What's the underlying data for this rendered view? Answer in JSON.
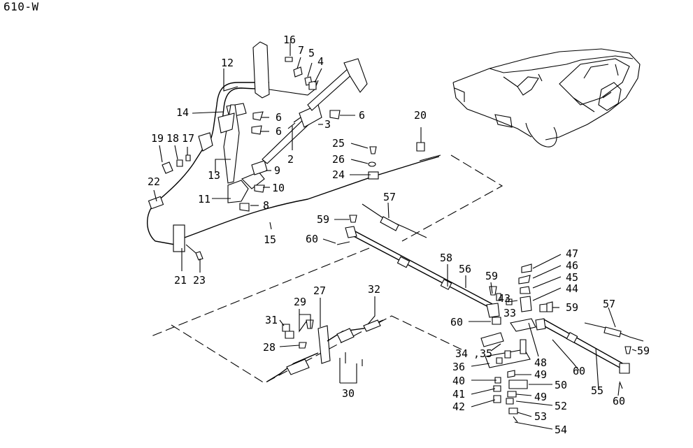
{
  "diagram_code": "610-W",
  "callouts": {
    "c2": "2",
    "c3": "3",
    "c4": "4",
    "c5": "5",
    "c6a": "6",
    "c6b": "6",
    "c6c": "6",
    "c7": "7",
    "c8": "8",
    "c9": "9",
    "c10": "10",
    "c11": "11",
    "c12": "12",
    "c13": "13",
    "c14": "14",
    "c15": "15",
    "c16": "16",
    "c17": "17",
    "c18": "18",
    "c19": "19",
    "c20": "20",
    "c21": "21",
    "c22": "22",
    "c23": "23",
    "c24": "24",
    "c25": "25",
    "c26": "26",
    "c27": "27",
    "c28": "28",
    "c29": "29",
    "c30": "30",
    "c31": "31",
    "c32": "32",
    "c33": "33",
    "c34": "34",
    "c35": ",35",
    "c36": "36",
    "c40": "40",
    "c41": "41",
    "c42": "42",
    "c43": "43",
    "c44": "44",
    "c45": "45",
    "c46": "46",
    "c47": "47",
    "c48": "48",
    "c49a": "49",
    "c49b": "49",
    "c50": "50",
    "c52": "52",
    "c53": "53",
    "c54": "54",
    "c55": "55",
    "c56": "56",
    "c57a": "57",
    "c57b": "57",
    "c58": "58",
    "c59a": "59",
    "c59b": "59",
    "c59c": "59",
    "c59d": "59",
    "c60a": "60",
    "c60b": "60",
    "c60c": "60",
    "c60d": "60"
  }
}
